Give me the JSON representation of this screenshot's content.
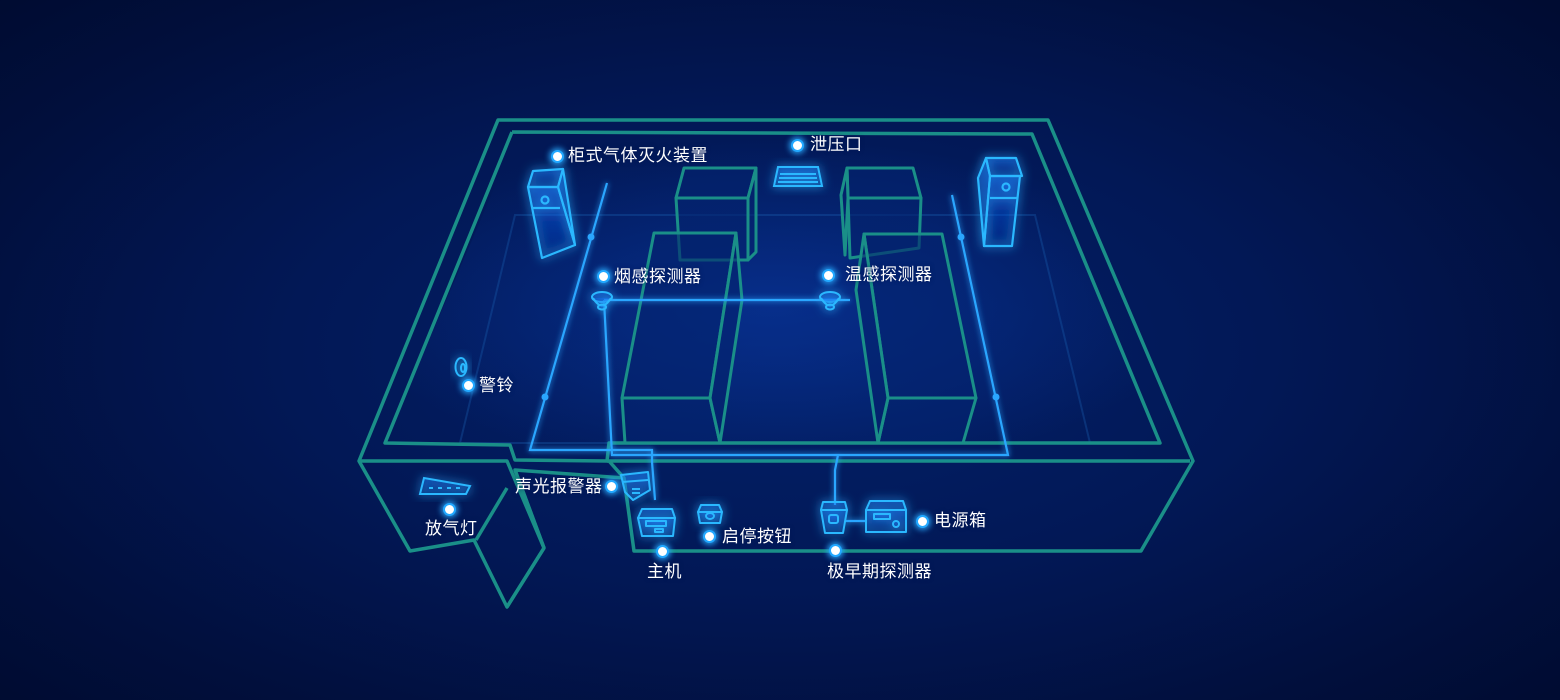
{
  "colors": {
    "wall": "#1a8f88",
    "device": "#2cb8ff",
    "device_glow": "#1e90ff",
    "dot_ring": "#22a8ff"
  },
  "labels": {
    "cabinet_extinguisher": "柜式气体灭火装置",
    "pressure_relief": "泄压口",
    "smoke_detector": "烟感探测器",
    "temp_detector": "温感探测器",
    "alarm_bell": "警铃",
    "sound_light_alarm": "声光报警器",
    "release_light": "放气灯",
    "host": "主机",
    "start_stop_button": "启停按钮",
    "early_detector": "极早期探测器",
    "power_box": "电源箱"
  },
  "icons": {
    "cabinet": "cabinet-icon",
    "vent": "vent-icon",
    "smoke": "smoke-detector-icon",
    "temp": "temperature-detector-icon",
    "bell": "bell-icon",
    "alarm": "alarm-icon",
    "release_light": "release-light-icon",
    "host": "host-icon",
    "button": "button-icon",
    "early": "early-detector-icon",
    "power": "power-box-icon"
  }
}
